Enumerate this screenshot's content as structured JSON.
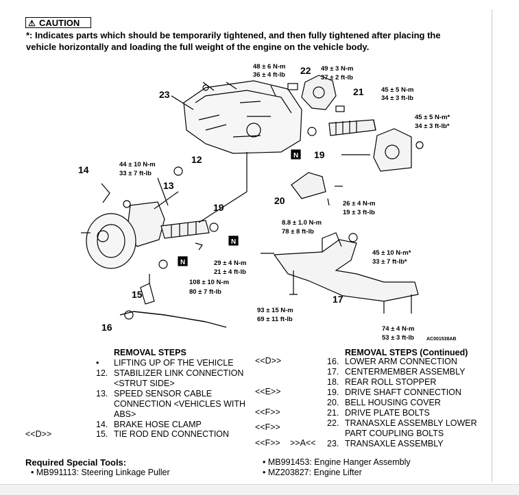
{
  "caution": {
    "label": "CAUTION",
    "text_line1": "*: Indicates parts which should be temporarily tightened, and then fully tightened after placing the",
    "text_line2": "vehicle horizontally and loading the full weight of the engine on the vehicle body."
  },
  "diagram": {
    "part_numbers": [
      "23",
      "22",
      "21",
      "19",
      "14",
      "12",
      "13",
      "19",
      "20",
      "17",
      "15",
      "16"
    ],
    "torques": {
      "t22_nm": "48 ± 6 N-m",
      "t22_ft": "36 ± 4 ft-lb",
      "t21_nm": "49 ± 3 N-m",
      "t21_ft": "37 ± 2 ft-lb",
      "t_mount_nm": "45 ± 5 N-m",
      "t_mount_ft": "34 ± 3 ft-lb",
      "t_mount2_nm": "45 ± 5 N-m*",
      "t_mount2_ft": "34 ± 3 ft-lb*",
      "t12_nm": "44 ± 10 N-m",
      "t12_ft": "33 ± 7 ft-lb",
      "t20_nm": "26 ± 4 N-m",
      "t20_ft": "19 ± 3 ft-lb",
      "t_cover_nm": "8.8 ± 1.0 N-m",
      "t_cover_ft": "78 ± 8 ft-lb",
      "t_stopper_nm": "45 ± 10 N-m*",
      "t_stopper_ft": "33 ± 7 ft-lb*",
      "t_link_nm": "29 ± 4 N-m",
      "t_link_ft": "21 ± 4 ft-lb",
      "t_hub_nm": "108 ± 10 N-m",
      "t_hub_ft": "80 ± 7 ft-lb",
      "t17_nm": "93 ± 15 N-m",
      "t17_ft": "69 ± 11 ft-lb",
      "t17b_nm": "74 ± 4 N-m",
      "t17b_ft": "53 ± 3 ft-lb"
    },
    "n_mark": "N",
    "code": "AC001538AB"
  },
  "removal_left": {
    "header": "REMOVAL STEPS",
    "items": [
      {
        "num": "•",
        "text": "LIFTING UP OF THE VEHICLE",
        "pre": ""
      },
      {
        "num": "12.",
        "text": "STABILIZER LINK CONNECTION",
        "pre": ""
      },
      {
        "num": "",
        "text": "<STRUT SIDE>",
        "pre": ""
      },
      {
        "num": "13.",
        "text": "SPEED SENSOR CABLE",
        "pre": ""
      },
      {
        "num": "",
        "text": "CONNECTION <VEHICLES WITH",
        "pre": ""
      },
      {
        "num": "",
        "text": "ABS>",
        "pre": ""
      },
      {
        "num": "14.",
        "text": "BRAKE HOSE CLAMP",
        "pre": ""
      },
      {
        "num": "15.",
        "text": "TIE ROD END CONNECTION",
        "pre": "<<D>>"
      }
    ]
  },
  "removal_right": {
    "header": "REMOVAL STEPS (Continued)",
    "items": [
      {
        "num": "16.",
        "text": "LOWER ARM CONNECTION",
        "pre": "<<D>>",
        "pre2": ""
      },
      {
        "num": "17.",
        "text": "CENTERMEMBER ASSEMBLY",
        "pre": "",
        "pre2": ""
      },
      {
        "num": "18.",
        "text": "REAR ROLL STOPPER",
        "pre": "",
        "pre2": ""
      },
      {
        "num": "19.",
        "text": "DRIVE SHAFT CONNECTION",
        "pre": "<<E>>",
        "pre2": ""
      },
      {
        "num": "20.",
        "text": "BELL HOUSING COVER",
        "pre": "",
        "pre2": ""
      },
      {
        "num": "21.",
        "text": "DRIVE PLATE BOLTS",
        "pre": "<<F>>",
        "pre2": ""
      },
      {
        "num": "22.",
        "text": "TRANASXLE ASSEMBLY LOWER",
        "pre": "<<F>>",
        "pre2": ""
      },
      {
        "num": "",
        "text": "PART COUPLING BOLTS",
        "pre": "",
        "pre2": ""
      },
      {
        "num": "23.",
        "text": "TRANSAXLE ASSEMBLY",
        "pre": "<<F>>",
        "pre2": ">>A<<"
      }
    ]
  },
  "tools": {
    "title": "Required Special Tools:",
    "left": [
      "MB991113: Steering Linkage Puller"
    ],
    "right": [
      "MB991453: Engine Hanger Assembly",
      "MZ203827: Engine Lifter"
    ],
    "bullet": "•"
  }
}
